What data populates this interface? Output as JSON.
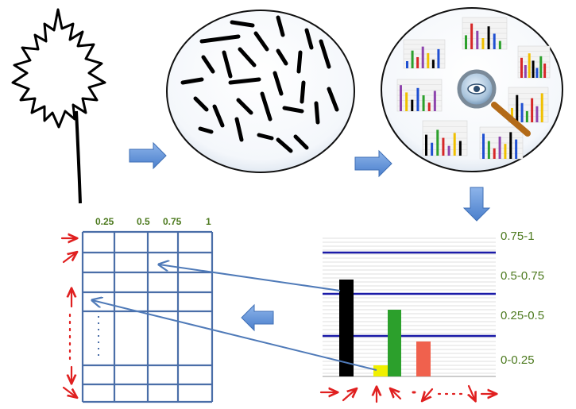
{
  "grid": {
    "column_labels": [
      "0.25",
      "0.5",
      "0.75",
      "1"
    ]
  },
  "histogram": {
    "band_labels": [
      "0.75-1",
      "0.5-0.75",
      "0.25-0.5",
      "0-0.25"
    ]
  },
  "colors": {
    "label_green": "#4d7a1f",
    "flow_arrow": "#5b8fd6",
    "connector_line": "#4f7ab8",
    "red_arrow": "#e02020",
    "grid_line": "#4a6ea8",
    "band_line": "#1a1aa8",
    "bar_black": "#000000",
    "bar_yellow": "#f0f000",
    "bar_green": "#2ca02c",
    "bar_red": "#f0614d"
  },
  "icons": [
    "maple-leaf-outline-icon",
    "magnifying-glass-icon",
    "eye-icon",
    "flow-arrow-icon"
  ]
}
